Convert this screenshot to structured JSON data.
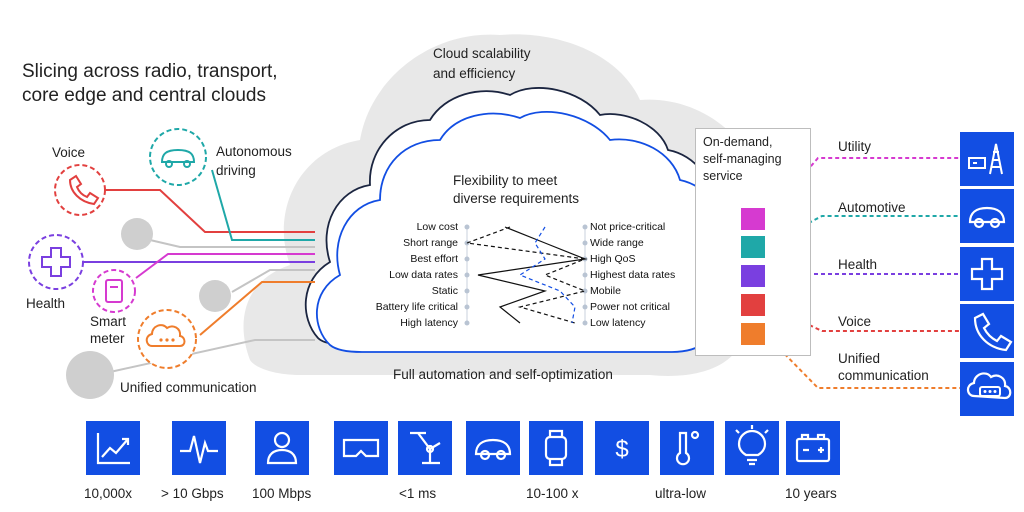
{
  "title_line1": "Slicing across radio, transport,",
  "title_line2": "core edge and central clouds",
  "cloud_top_line1": "Cloud scalability",
  "cloud_top_line2": "and efficiency",
  "flex_line1": "Flexibility to meet",
  "flex_line2": "diverse requirements",
  "automation_label": "Full automation and self-optimization",
  "left_requirements": [
    "Low cost",
    "Short range",
    "Best effort",
    "Low data rates",
    "Static",
    "Battery life critical",
    "High latency"
  ],
  "right_requirements": [
    "Not price-critical",
    "Wide range",
    "High QoS",
    "Highest data rates",
    "Mobile",
    "Power not critical",
    "Low latency"
  ],
  "use_cases": {
    "voice": "Voice",
    "autonomous_line1": "Autonomous",
    "autonomous_line2": "driving",
    "health": "Health",
    "smart_line1": "Smart",
    "smart_line2": "meter",
    "unified": "Unified communication"
  },
  "service": {
    "title_line1": "On-demand,",
    "title_line2": "self-managing",
    "title_line3": "service"
  },
  "services": [
    {
      "label": "Utility",
      "color": "#d63ad0",
      "icon": "utility-icon"
    },
    {
      "label": "Automotive",
      "color": "#1fa8a8",
      "icon": "car-icon"
    },
    {
      "label": "Health",
      "color": "#7a3fe0",
      "icon": "health-cross-icon"
    },
    {
      "label": "Voice",
      "color": "#e2403f",
      "icon": "phone-icon"
    },
    {
      "label": "Unified",
      "label2": "communication",
      "color": "#ef7d2c",
      "icon": "chat-cloud-icon"
    }
  ],
  "metrics": [
    {
      "icon": "trend-chart-icon",
      "label": "10,000x"
    },
    {
      "icon": "waveform-icon",
      "label": "> 10 Gbps"
    },
    {
      "icon": "person-icon",
      "label": "100 Mbps"
    },
    {
      "icon": "vr-headset-icon",
      "label": ""
    },
    {
      "icon": "robot-arm-icon",
      "label": "<1 ms"
    },
    {
      "icon": "car-icon",
      "label": ""
    },
    {
      "icon": "smartwatch-icon",
      "label": "10-100 x"
    },
    {
      "icon": "dollar-icon",
      "label": ""
    },
    {
      "icon": "thermometer-icon",
      "label": "ultra-low"
    },
    {
      "icon": "lightbulb-icon",
      "label": ""
    },
    {
      "icon": "battery-icon",
      "label": "10 years"
    }
  ],
  "colors": {
    "blue": "#124ee3",
    "cloud_gray": "#e8e8e8",
    "voice": "#e2403f",
    "autonomous": "#1fa8a8",
    "health": "#7a3fe0",
    "smart": "#d63ad0",
    "unified": "#ef7d2c"
  }
}
